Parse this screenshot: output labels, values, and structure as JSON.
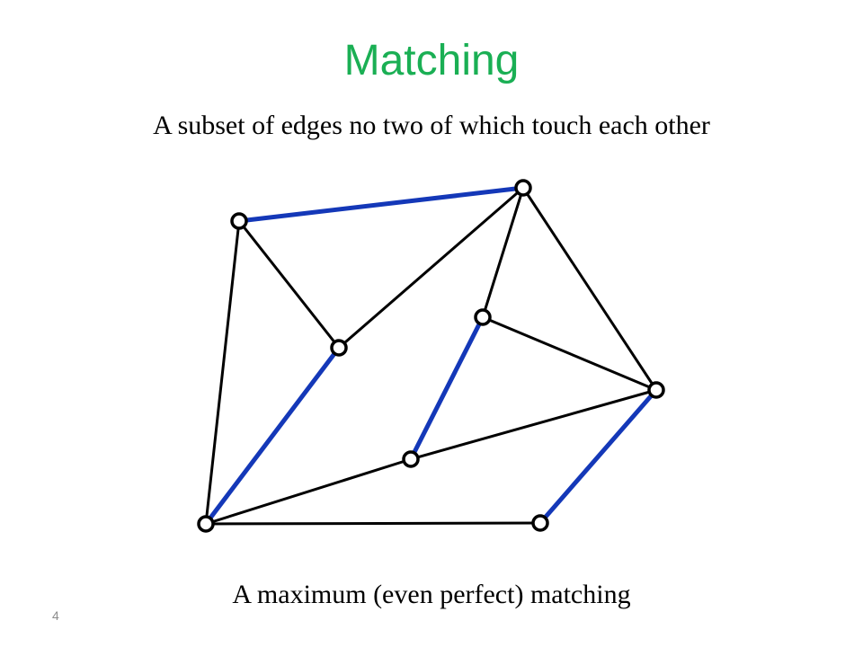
{
  "slide": {
    "title": "Matching",
    "subtitle": "A subset of edges no two of which touch each other",
    "caption": "A maximum (even perfect) matching",
    "number": "4"
  },
  "colors": {
    "title": "#1aaf54",
    "matched_edge": "#1438b8",
    "edge": "#000000",
    "vertex_fill": "#ffffff",
    "vertex_stroke": "#000000"
  },
  "graph": {
    "vertices": [
      "v1",
      "v2",
      "v3",
      "v4",
      "v5",
      "v6",
      "v7",
      "v8"
    ],
    "edges": [
      {
        "from": "v1",
        "to": "v2",
        "matched": true
      },
      {
        "from": "v1",
        "to": "v3",
        "matched": false
      },
      {
        "from": "v1",
        "to": "v7",
        "matched": false
      },
      {
        "from": "v2",
        "to": "v3",
        "matched": false
      },
      {
        "from": "v2",
        "to": "v4",
        "matched": false
      },
      {
        "from": "v2",
        "to": "v5",
        "matched": false
      },
      {
        "from": "v3",
        "to": "v7",
        "matched": true
      },
      {
        "from": "v4",
        "to": "v5",
        "matched": false
      },
      {
        "from": "v4",
        "to": "v6",
        "matched": true
      },
      {
        "from": "v5",
        "to": "v6",
        "matched": false
      },
      {
        "from": "v5",
        "to": "v8",
        "matched": true
      },
      {
        "from": "v6",
        "to": "v7",
        "matched": false
      },
      {
        "from": "v7",
        "to": "v8",
        "matched": false
      }
    ]
  }
}
